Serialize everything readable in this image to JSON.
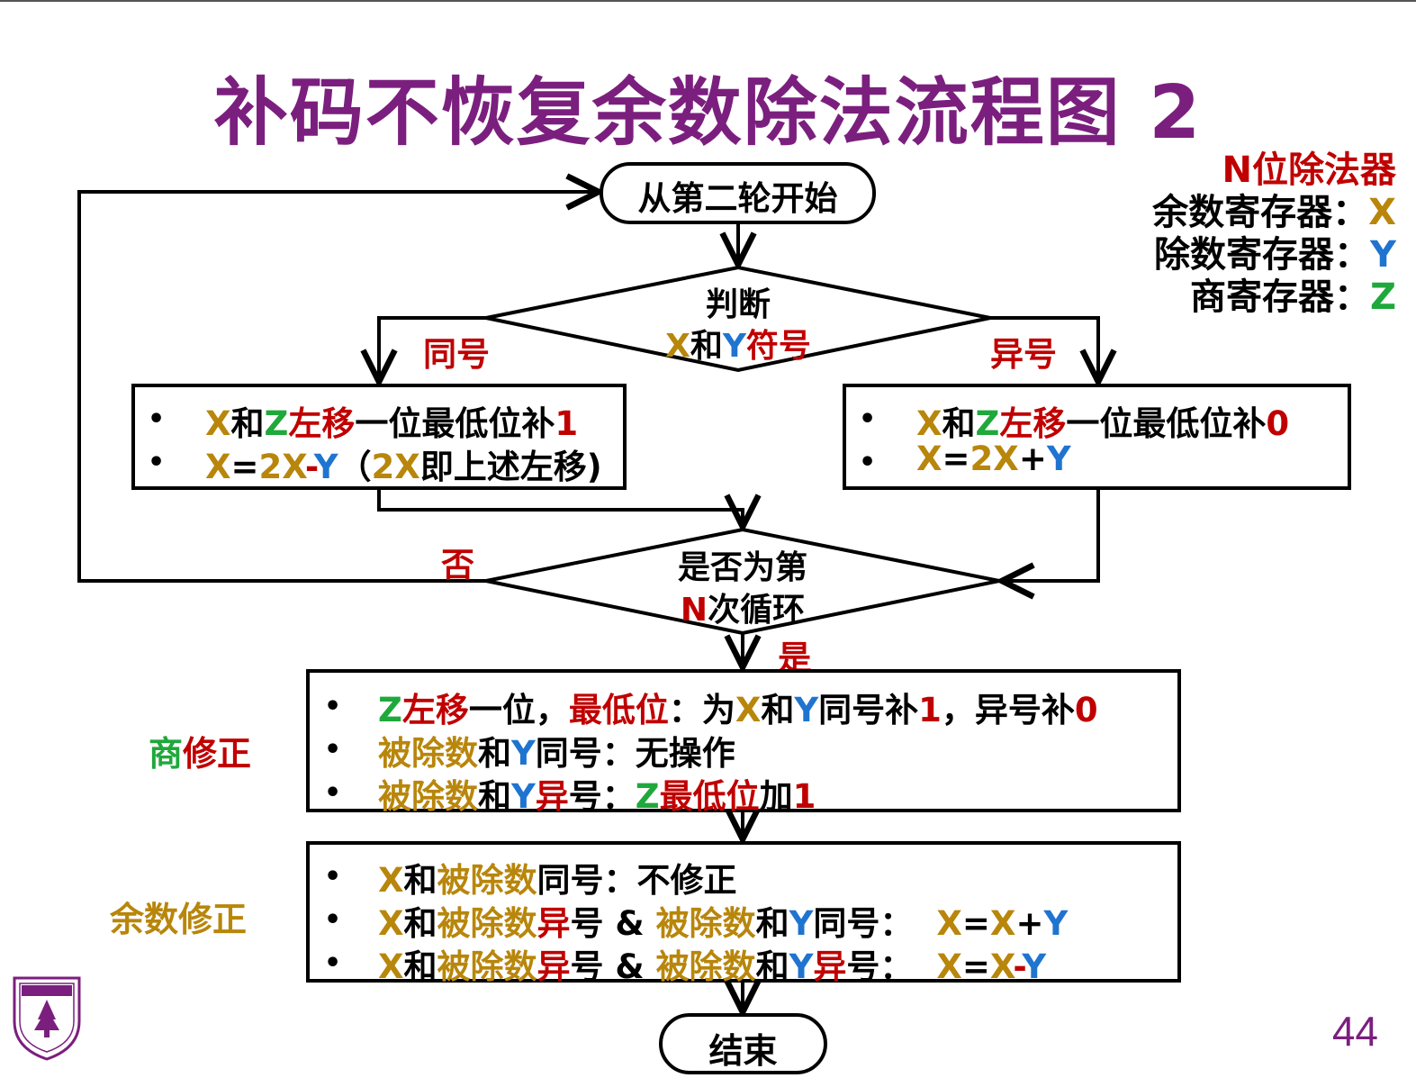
{
  "title": "补码不恢复余数除法流程图 2",
  "legend": {
    "heading": "N位除法器",
    "rows": [
      {
        "label": "余数寄存器：",
        "reg": "X"
      },
      {
        "label": "除数寄存器：",
        "reg": "Y"
      },
      {
        "label": "商寄存器：",
        "reg": "Z"
      }
    ]
  },
  "flow": {
    "start": "从第二轮开始",
    "decision1": {
      "line1": "判断",
      "x": "X",
      "and": "和",
      "y": "Y",
      "rest": "符号"
    },
    "same_label": "同号",
    "diff_label": "异号",
    "left_box": {
      "r1": {
        "x": "X",
        "and": "和",
        "z": "Z",
        "shift": "左移",
        "rest": "一位最低位补",
        "one": "1"
      },
      "r2": {
        "x": "X",
        "eq": "=",
        "twox": "2X",
        "minus": "-",
        "y": "Y",
        "paren": "（",
        "twox2": "2X",
        "note": "即上述左移)"
      }
    },
    "right_box": {
      "r1": {
        "x": "X",
        "and": "和",
        "z": "Z",
        "shift": "左移",
        "rest": "一位最低位补",
        "zero": "0"
      },
      "r2": {
        "x": "X",
        "eq": "=",
        "twox": "2X",
        "plus": "+",
        "y": "Y"
      }
    },
    "decision2": {
      "line1": "是否为第",
      "n": "N",
      "rest": "次循环"
    },
    "no_label": "否",
    "yes_label": "是",
    "quotient_fix": {
      "side_a": "商",
      "side_b": "修正",
      "r1": {
        "z": "Z",
        "shift": "左移",
        "a": "一位，",
        "low": "最低位",
        "b": "：为",
        "x": "X",
        "and": "和",
        "y": "Y",
        "c": "同号补",
        "one": "1",
        "d": "，异号补",
        "zero": "0"
      },
      "r2": {
        "div": "被除数",
        "and": "和",
        "y": "Y",
        "same": "同号：无操作"
      },
      "r3": {
        "div": "被除数",
        "and": "和",
        "y": "Y",
        "diff": "异",
        "hao": "号：",
        "z": "Z",
        "low": "最低位",
        "add": "加",
        "one": "1"
      }
    },
    "remainder_fix": {
      "side": "余数修正",
      "r1": {
        "x": "X",
        "and": "和",
        "div": "被除数",
        "same": "同号：不修正"
      },
      "r2": {
        "x": "X",
        "and": "和",
        "div": "被除数",
        "diff": "异",
        "hao": "号 & ",
        "div2": "被除数",
        "and2": "和",
        "y": "Y",
        "same": "同号：",
        "x2": "X",
        "eq": "=",
        "x3": "X",
        "op": "+",
        "y2": "Y"
      },
      "r3": {
        "x": "X",
        "and": "和",
        "div": "被除数",
        "diff": "异",
        "hao": "号 & ",
        "div2": "被除数",
        "and2": "和",
        "y": "Y",
        "diff2": "异",
        "hao2": "号：",
        "x2": "X",
        "eq": "=",
        "x3": "X",
        "op": "-",
        "y2": "Y"
      }
    },
    "end": "结束"
  },
  "bullet": "•",
  "page_number": "44",
  "colors": {
    "title": "#7B1F7E",
    "gold": "#B8860B",
    "green": "#1FA83B",
    "red": "#C00000",
    "blue": "#1F74D0"
  }
}
